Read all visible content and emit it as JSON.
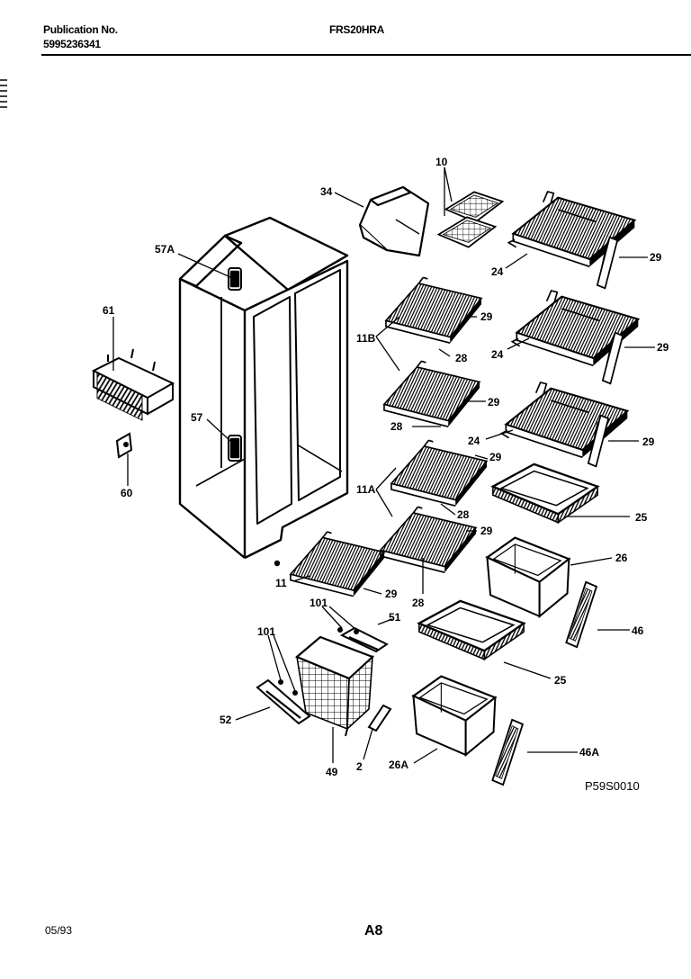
{
  "header": {
    "publication_label": "Publication No.",
    "publication_number": "5995236341",
    "model": "FRS20HRA"
  },
  "footer": {
    "date": "05/93",
    "page": "A8"
  },
  "figure_code": "P59S0010",
  "callouts": {
    "c10": "10",
    "c34": "34",
    "c57A": "57A",
    "c61": "61",
    "c29a": "29",
    "c24a": "24",
    "c29b": "29",
    "c11B": "11B",
    "c28a": "28",
    "c24b": "24",
    "c29c": "29",
    "c29d": "29",
    "c28b": "28",
    "c57": "57",
    "c24c": "24",
    "c29e": "29",
    "c29f": "29",
    "c60": "60",
    "c11A": "11A",
    "c28c": "28",
    "c25a": "25",
    "c29g": "29",
    "c26": "26",
    "c11": "11",
    "c29h": "29",
    "c28d": "28",
    "c101a": "101",
    "c51": "51",
    "c46": "46",
    "c101b": "101",
    "c25b": "25",
    "c52": "52",
    "c49": "49",
    "c2": "2",
    "c26A": "26A",
    "c46A": "46A"
  }
}
